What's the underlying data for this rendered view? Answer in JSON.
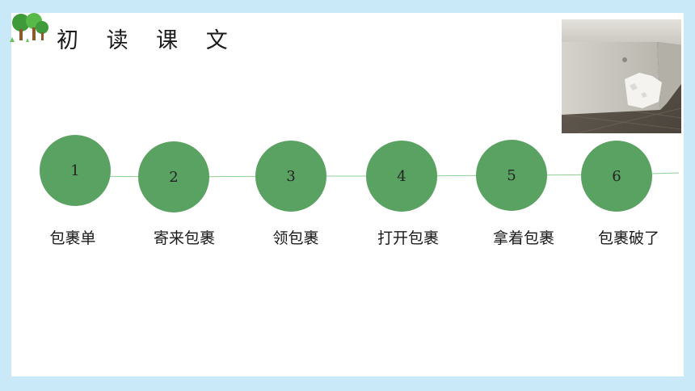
{
  "title": "初 读 课 文",
  "steps": [
    {
      "number": "1",
      "label": "包裹单"
    },
    {
      "number": "2",
      "label": "寄来包裹"
    },
    {
      "number": "3",
      "label": "领包裹"
    },
    {
      "number": "4",
      "label": "打开包裹"
    },
    {
      "number": "5",
      "label": "拿着包裹"
    },
    {
      "number": "6",
      "label": "包裹破了"
    }
  ],
  "colors": {
    "background": "#c9e9f9",
    "circle": "#5aa262",
    "connector": "#8fcf94"
  },
  "icons": [
    "tree-logo-icon"
  ]
}
